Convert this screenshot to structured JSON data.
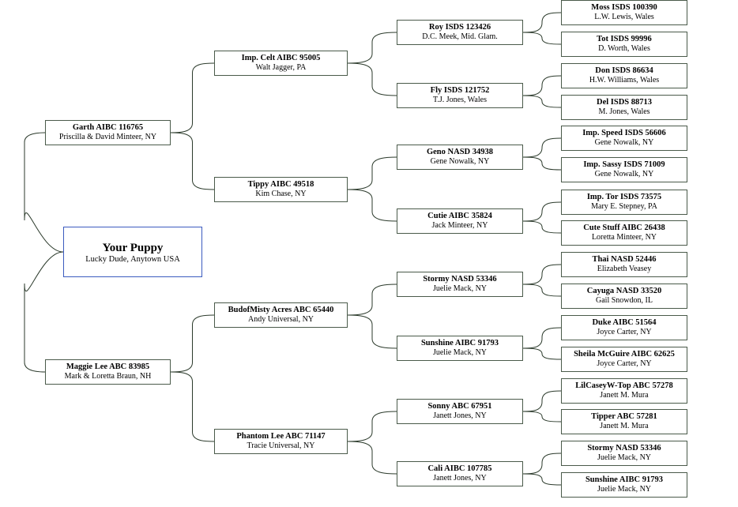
{
  "puppy": {
    "name": "Your Puppy",
    "owner": "Lucky Dude, Anytown USA"
  },
  "generation1": [
    {
      "name": "Garth AIBC  116765",
      "owner": "Priscilla & David Minteer, NY"
    },
    {
      "name": "Maggie Lee ABC  83985",
      "owner": "Mark & Loretta Braun, NH"
    }
  ],
  "generation2": [
    {
      "name": "Imp. Celt AIBC  95005",
      "owner": "Walt Jagger, PA"
    },
    {
      "name": "Tippy AIBC  49518",
      "owner": "Kim Chase, NY"
    },
    {
      "name": "BudofMisty Acres  ABC 65440",
      "owner": "Andy Universal, NY"
    },
    {
      "name": "Phantom Lee  ABC 71147",
      "owner": "Tracie Universal, NY"
    }
  ],
  "generation3": [
    {
      "name": "Roy  ISDS 123426",
      "owner": "D.C. Meek, Mid. Glam."
    },
    {
      "name": "Fly  ISDS 121752",
      "owner": "T.J. Jones, Wales"
    },
    {
      "name": "Geno  NASD 34938",
      "owner": "Gene Nowalk, NY"
    },
    {
      "name": "Cutie  AIBC 35824",
      "owner": "Jack Minteer, NY"
    },
    {
      "name": "Stormy  NASD 53346",
      "owner": "Juelie Mack, NY"
    },
    {
      "name": "Sunshine  AIBC 91793",
      "owner": "Juelie Mack, NY"
    },
    {
      "name": "Sonny  ABC  67951",
      "owner": "Janett Jones, NY"
    },
    {
      "name": "Cali  AIBC 107785",
      "owner": "Janett Jones, NY"
    }
  ],
  "generation4": [
    {
      "name": "Moss  ISDS 100390",
      "owner": "L.W. Lewis, Wales"
    },
    {
      "name": "Tot  ISDS 99996",
      "owner": "D. Worth, Wales"
    },
    {
      "name": "Don  ISDS 86634",
      "owner": "H.W. Williams, Wales"
    },
    {
      "name": "Del  ISDS 88713",
      "owner": "M. Jones, Wales"
    },
    {
      "name": "Imp. Speed  ISDS 56606",
      "owner": "Gene Nowalk, NY"
    },
    {
      "name": "Imp. Sassy  ISDS 71009",
      "owner": "Gene Nowalk, NY"
    },
    {
      "name": "Imp. Tor  ISDS 73575",
      "owner": "Mary E. Stepney, PA"
    },
    {
      "name": "Cute Stuff  AIBC 26438",
      "owner": "Loretta Minteer, NY"
    },
    {
      "name": "Thai  NASD 52446",
      "owner": "Elizabeth Veasey"
    },
    {
      "name": "Cayuga  NASD 33520",
      "owner": "Gail Snowdon, IL"
    },
    {
      "name": "Duke  AIBC 51564",
      "owner": "Joyce Carter, NY"
    },
    {
      "name": "Sheila McGuire AIBC 62625",
      "owner": "Joyce Carter, NY"
    },
    {
      "name": "LilCaseyW-Top  ABC 57278",
      "owner": "Janett M. Mura"
    },
    {
      "name": "Tipper  ABC 57281",
      "owner": "Janett M. Mura"
    },
    {
      "name": "Stormy  NASD 53346",
      "owner": "Juelie Mack, NY"
    },
    {
      "name": "Sunshine  AIBC 91793",
      "owner": "Juelie Mack, NY"
    }
  ]
}
